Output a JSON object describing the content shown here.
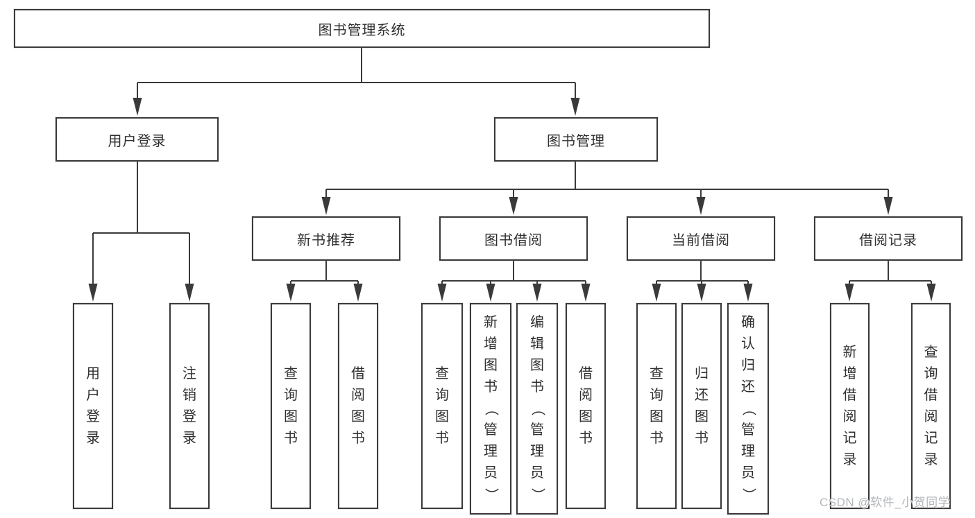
{
  "diagram": {
    "nodes": {
      "root": {
        "label": "图书管理系统"
      },
      "user_login": {
        "label": "用户登录"
      },
      "book_mgmt": {
        "label": "图书管理"
      },
      "new_book_rec": {
        "label": "新书推荐"
      },
      "book_borrow": {
        "label": "图书借阅"
      },
      "current_borrow": {
        "label": "当前借阅"
      },
      "borrow_records": {
        "label": "借阅记录"
      },
      "leaf_user_login": {
        "label": "用户登录"
      },
      "leaf_logout": {
        "label": "注销登录"
      },
      "leaf_query_book_new": {
        "label": "查询图书"
      },
      "leaf_borrow_book_new": {
        "label": "借阅图书"
      },
      "leaf_query_book_borrow": {
        "label": "查询图书"
      },
      "leaf_add_book": {
        "label": "新增图书（管理员）"
      },
      "leaf_edit_book": {
        "label": "编辑图书（管理员）"
      },
      "leaf_borrow_book_borrow": {
        "label": "借阅图书"
      },
      "leaf_query_book_current": {
        "label": "查询图书"
      },
      "leaf_return_book": {
        "label": "归还图书"
      },
      "leaf_confirm_return": {
        "label": "确认归还（管理员）"
      },
      "leaf_add_record": {
        "label": "新增借阅记录"
      },
      "leaf_query_record": {
        "label": "查询借阅记录"
      }
    },
    "edges": [
      [
        "root",
        "user_login"
      ],
      [
        "root",
        "book_mgmt"
      ],
      [
        "user_login",
        "leaf_user_login"
      ],
      [
        "user_login",
        "leaf_logout"
      ],
      [
        "book_mgmt",
        "new_book_rec"
      ],
      [
        "book_mgmt",
        "book_borrow"
      ],
      [
        "book_mgmt",
        "current_borrow"
      ],
      [
        "book_mgmt",
        "borrow_records"
      ],
      [
        "new_book_rec",
        "leaf_query_book_new"
      ],
      [
        "new_book_rec",
        "leaf_borrow_book_new"
      ],
      [
        "book_borrow",
        "leaf_query_book_borrow"
      ],
      [
        "book_borrow",
        "leaf_add_book"
      ],
      [
        "book_borrow",
        "leaf_edit_book"
      ],
      [
        "book_borrow",
        "leaf_borrow_book_borrow"
      ],
      [
        "current_borrow",
        "leaf_query_book_current"
      ],
      [
        "current_borrow",
        "leaf_return_book"
      ],
      [
        "current_borrow",
        "leaf_confirm_return"
      ],
      [
        "borrow_records",
        "leaf_add_record"
      ],
      [
        "borrow_records",
        "leaf_query_record"
      ]
    ],
    "colors": {
      "line": "#3a3a3a",
      "text": "#2f2f2f",
      "background": "#ffffff",
      "watermark": "#b3b7ba"
    }
  },
  "watermark": {
    "text": "CSDN @软件_小贺同学"
  }
}
